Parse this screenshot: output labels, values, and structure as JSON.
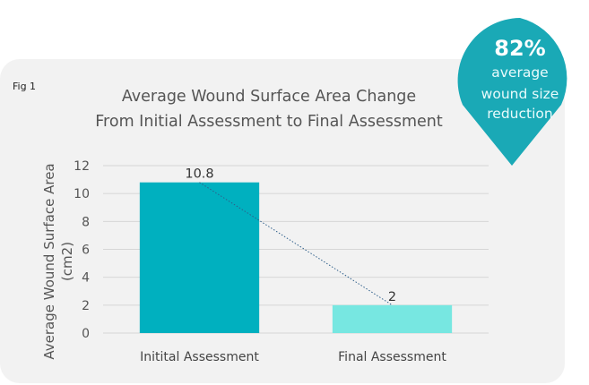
{
  "figure": {
    "label": "Fig 1",
    "title_line1": "Average Wound Surface Area Change",
    "title_line2": "From Initial Assessment to Final Assessment"
  },
  "badge": {
    "value": "82%",
    "line1": "average",
    "line2": "wound size",
    "line3": "reduction",
    "color": "#1aa9b6"
  },
  "chart_data": {
    "type": "bar",
    "title": "Average Wound Surface Area Change From Initial Assessment to Final Assessment",
    "categories": [
      "Initital Assessment",
      "Final Assessment"
    ],
    "values": [
      10.8,
      2
    ],
    "data_labels": [
      "10.8",
      "2"
    ],
    "bar_colors": [
      "#00b0bf",
      "#77e7e1"
    ],
    "ylabel_lines": [
      "Average Wound Surface Area",
      "(cm2)"
    ],
    "ylim": [
      0,
      12
    ],
    "yticks": [
      0,
      2,
      4,
      6,
      8,
      10,
      12
    ],
    "grid": true,
    "trendline": "dotted",
    "legend": "none"
  }
}
